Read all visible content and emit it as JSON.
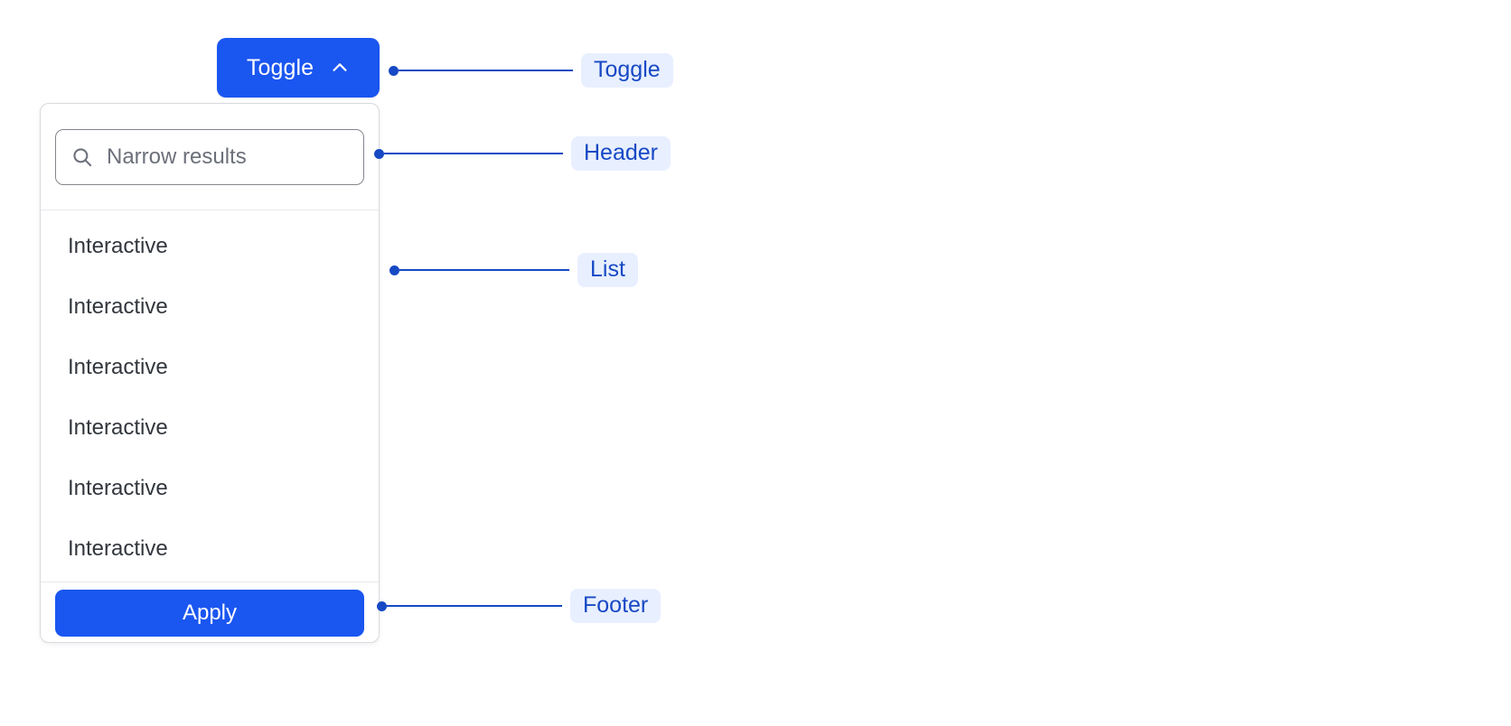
{
  "toggle": {
    "label": "Toggle",
    "icon": "chevron-up-icon"
  },
  "panel": {
    "header": {
      "search": {
        "icon": "search-icon",
        "placeholder": "Narrow results",
        "value": ""
      }
    },
    "list": {
      "items": [
        {
          "label": "Interactive"
        },
        {
          "label": "Interactive"
        },
        {
          "label": "Interactive"
        },
        {
          "label": "Interactive"
        },
        {
          "label": "Interactive"
        },
        {
          "label": "Interactive"
        }
      ]
    },
    "footer": {
      "apply_label": "Apply"
    }
  },
  "annotations": [
    {
      "label": "Toggle"
    },
    {
      "label": "Header"
    },
    {
      "label": "List"
    },
    {
      "label": "Footer"
    }
  ],
  "colors": {
    "accent": "#1a56f0",
    "annotation_text": "#1749c4",
    "annotation_chip_bg": "#e8efff",
    "panel_border": "#d8dade",
    "list_text": "#32363d",
    "placeholder_text": "#6c707a"
  }
}
